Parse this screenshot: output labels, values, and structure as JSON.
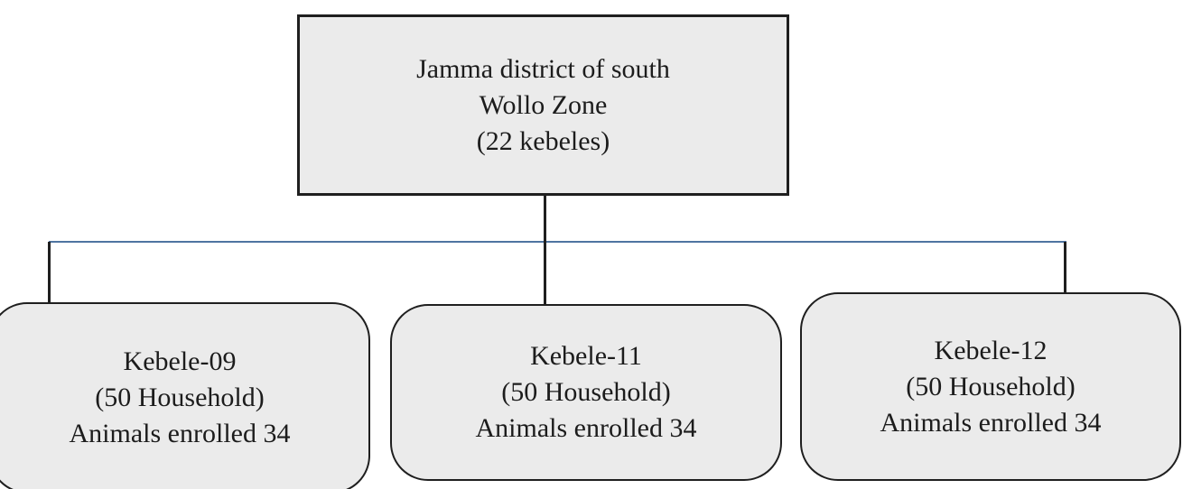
{
  "figure": {
    "type": "flowchart",
    "root": {
      "lines": [
        "Jamma district of south",
        "Wollo Zone",
        "(22 kebeles)"
      ]
    },
    "children": [
      {
        "lines": [
          "Kebele-09",
          "(50 Household)",
          "Animals enrolled 34"
        ]
      },
      {
        "lines": [
          "Kebele-11",
          "(50 Household)",
          "Animals enrolled 34"
        ]
      },
      {
        "lines": [
          "Kebele-12",
          "(50 Household)",
          "Animals enrolled 34"
        ]
      }
    ],
    "colors": {
      "background": "#ffffff",
      "box_fill": "#ebebeb",
      "box_border": "#1f1f1f",
      "connector_vertical": "#1f1f1f",
      "connector_horizontal": "#4f74a1",
      "text": "#1c1c1c"
    }
  }
}
